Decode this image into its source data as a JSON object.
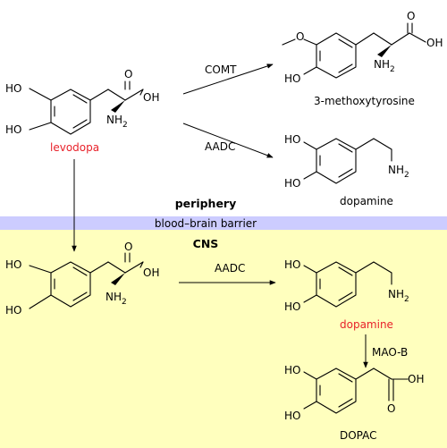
{
  "regions": {
    "periphery_label": "periphery",
    "barrier_label": "blood–brain barrier",
    "cns_label": "CNS"
  },
  "colors": {
    "background": "#ffffff",
    "cns_background": "#ffffbe",
    "barrier_band": "#ccccff",
    "highlight_text": "#e8212a",
    "line": "#000000"
  },
  "atoms": {
    "ho": "HO",
    "oh": "OH",
    "o": "O",
    "nh": "NH",
    "sub2": "2"
  },
  "molecules": {
    "levodopa_periphery": "levodopa",
    "methoxytyrosine": "3-methoxytyrosine",
    "dopamine_periphery": "dopamine",
    "dopamine_cns": "dopamine",
    "dopac": "DOPAC"
  },
  "enzymes": {
    "comt": "COMT",
    "aadc_periphery": "AADC",
    "aadc_cns": "AADC",
    "maob": "MAO-B"
  }
}
